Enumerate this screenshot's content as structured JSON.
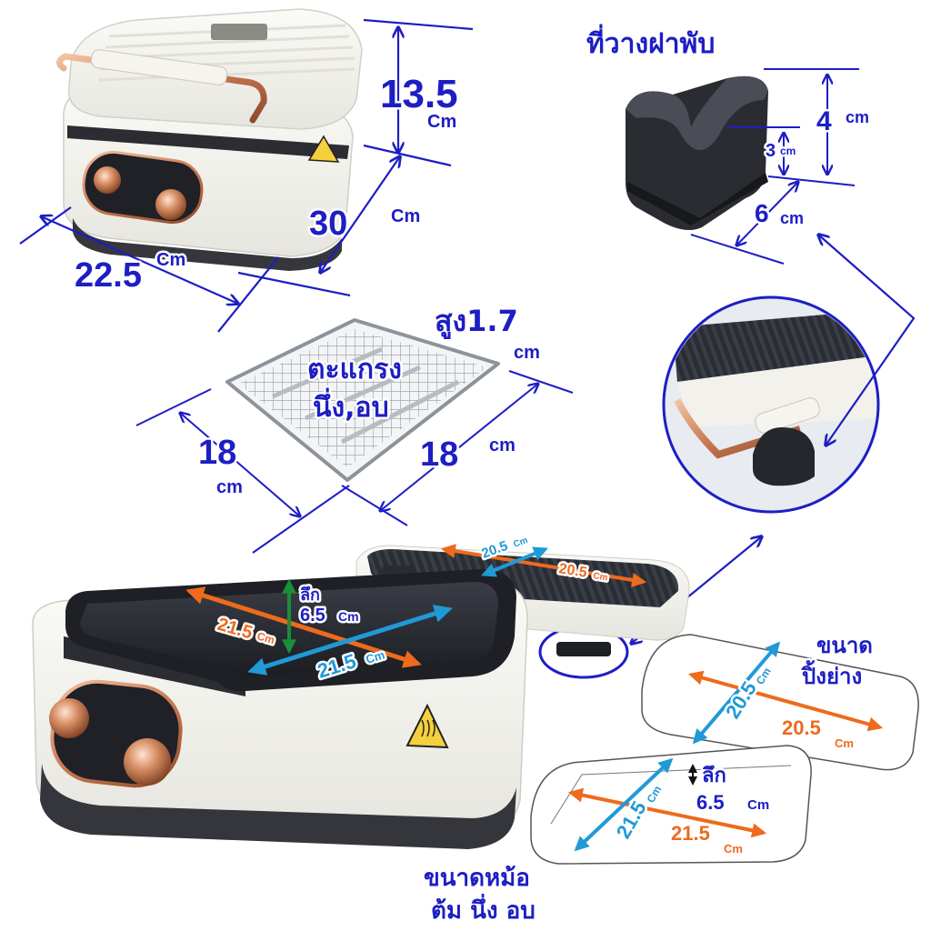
{
  "colors": {
    "label_blue": "#1d1ec4",
    "dim_orange": "#ee6a1d",
    "dim_cyan": "#1f9ad6",
    "dim_green": "#1a8e3a",
    "body_cream": "#f4f3ee",
    "pan_black": "#22242b",
    "rose_gold": "#d9926c"
  },
  "closed_unit": {
    "height_value": "13.5",
    "height_unit": "Cm",
    "depth_value": "30",
    "depth_unit": "Cm",
    "width_value": "22.5",
    "width_unit": "Cm"
  },
  "lid_stand": {
    "title": "ที่วางฝาพับ",
    "height_value": "4",
    "height_unit": "cm",
    "inner_value": "3",
    "inner_unit": "cm",
    "width_value": "6",
    "width_unit": "cm"
  },
  "rack": {
    "title_line1": "ตะแกรง",
    "title_line2": "นึ่ง,อบ",
    "height_label": "สูง1.7",
    "height_unit": "cm",
    "left_value": "18",
    "left_unit": "cm",
    "right_value": "18",
    "right_unit": "cm"
  },
  "open_unit": {
    "pot_depth_label": "ลึก",
    "pot_depth_value": "6.5",
    "pot_depth_unit": "Cm",
    "pot_len_a": "21.5",
    "pot_len_a_unit": "Cm",
    "pot_len_b": "21.5",
    "pot_len_b_unit": "Cm",
    "grill_len_a": "20.5",
    "grill_len_a_unit": "Cm",
    "grill_len_b": "20.5",
    "grill_len_b_unit": "Cm"
  },
  "grill_panel": {
    "title_line1": "ขนาด",
    "title_line2": "ปิ้งย่าง",
    "diag_value": "20.5",
    "diag_unit": "Cm",
    "side_value": "20.5",
    "side_unit": "Cm"
  },
  "pot_panel": {
    "depth_label": "ลึก",
    "depth_value": "6.5",
    "depth_unit": "Cm",
    "diag_value": "21.5",
    "diag_unit": "Cm",
    "side_value": "21.5",
    "side_unit": "Cm",
    "caption_line1": "ขนาดหม้อ",
    "caption_line2": "ต้ม นึ่ง อบ"
  },
  "icons": {
    "hot_surface": "hot-surface-warning-icon",
    "brand_logo": "brand-logo"
  }
}
